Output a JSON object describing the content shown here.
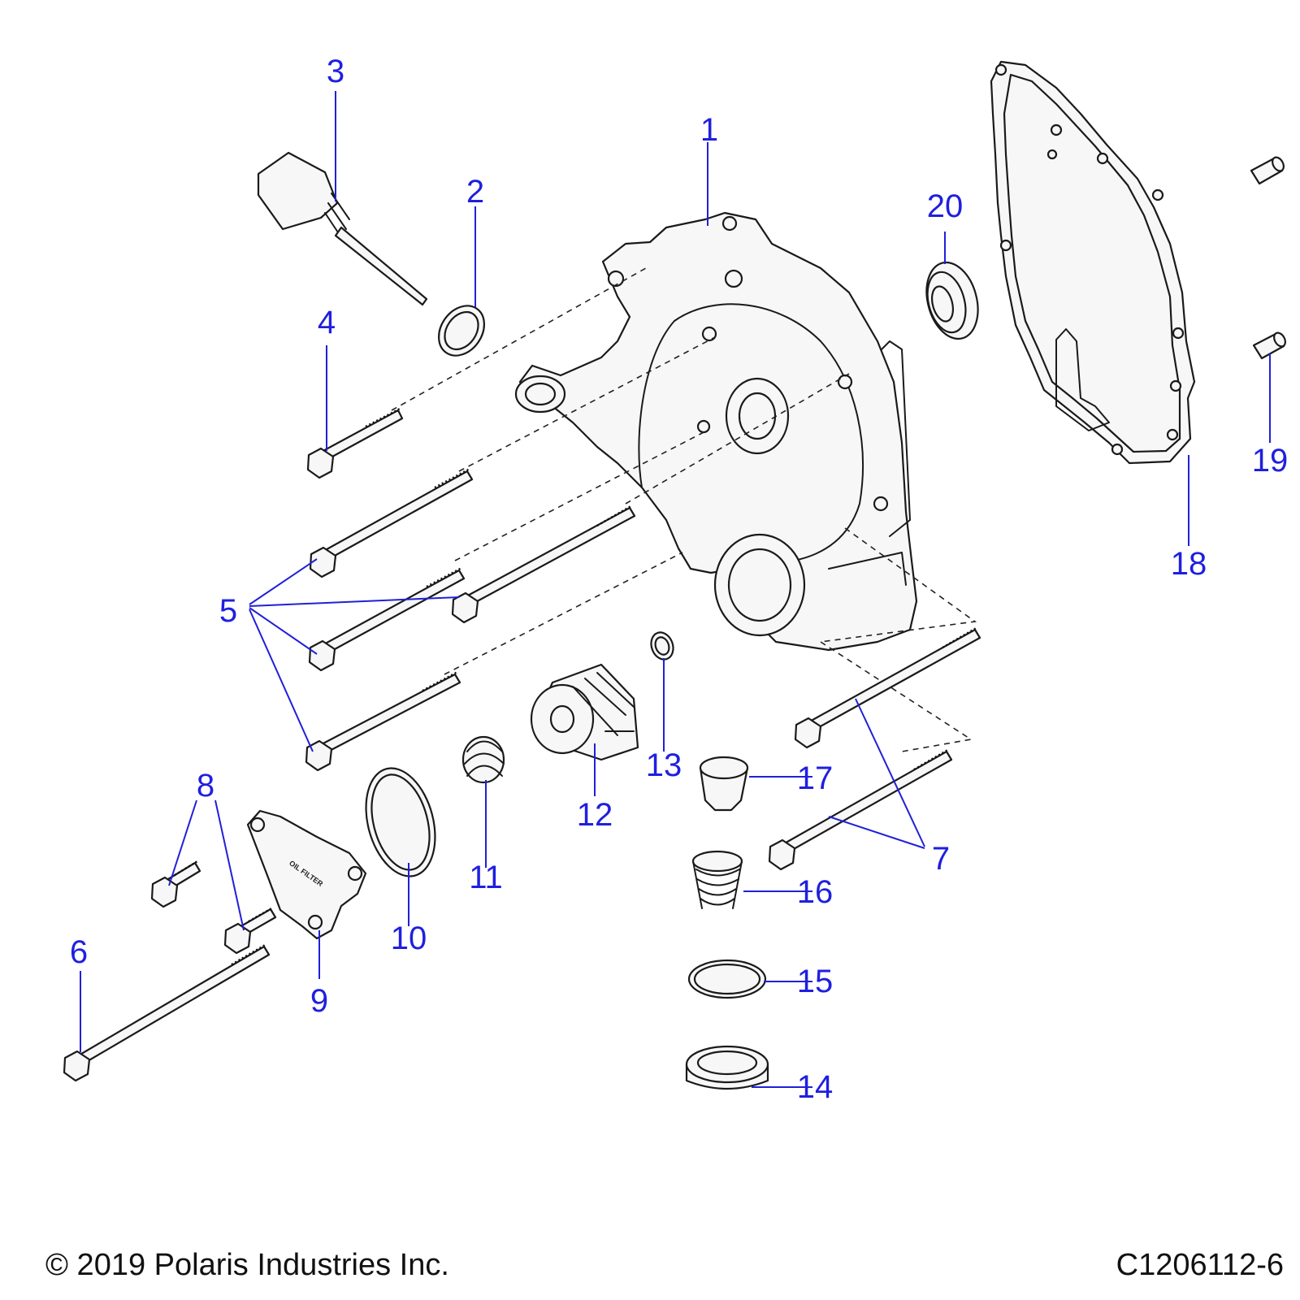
{
  "diagram": {
    "callouts": [
      "1",
      "2",
      "3",
      "4",
      "5",
      "6",
      "7",
      "8",
      "9",
      "10",
      "11",
      "12",
      "13",
      "14",
      "15",
      "16",
      "17",
      "18",
      "19",
      "20"
    ],
    "panel_text": "OIL FILTER"
  },
  "footer": {
    "copyright": "© 2019 Polaris Industries Inc.",
    "doc_id": "C1206112-6"
  },
  "colors": {
    "callout": "#1f1fe0",
    "linework": "#1a1a1a",
    "background": "#ffffff"
  }
}
